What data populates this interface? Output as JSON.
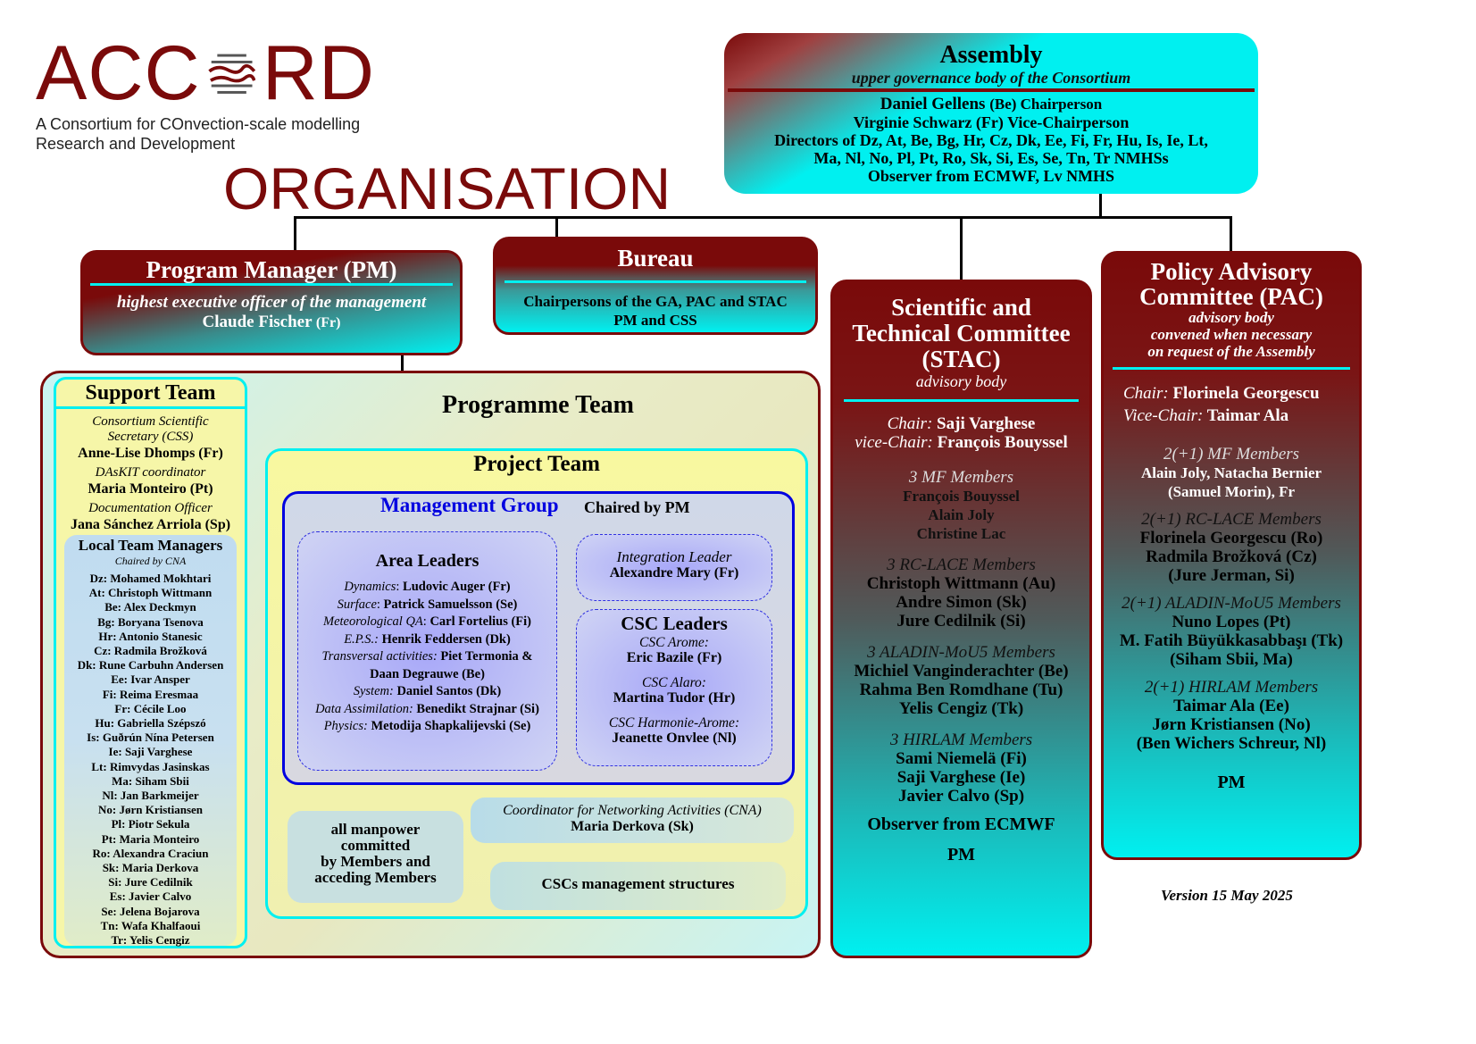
{
  "logo": {
    "text_left": "ACC",
    "text_right": "RD",
    "tagline_1": "A Consortium for COnvection-scale modelling",
    "tagline_2": "Research and Development"
  },
  "title": "ORGANISATION",
  "assembly": {
    "title": "Assembly",
    "subtitle": "upper governance body of the Consortium",
    "chair_name": "Daniel Gellens",
    "chair_role": "(Be) Chairperson",
    "vice": "Virginie Schwarz (Fr) Vice-Chairperson",
    "directors_1": "Directors of  Dz, At, Be, Bg, Hr, Cz, Dk, Ee, Fi, Fr, Hu, Is, Ie, Lt,",
    "directors_2": "Ma, Nl, No, Pl, Pt, Ro, Sk, Si, Es, Se, Tn, Tr  NMHSs",
    "observer": "Observer from ECMWF, Lv NMHS"
  },
  "pm": {
    "title": "Program Manager (PM)",
    "subtitle": "highest executive officer of the management",
    "name": "Claude Fischer",
    "country": "(Fr)"
  },
  "bureau": {
    "title": "Bureau",
    "line1": "Chairpersons of the GA, PAC and STAC",
    "line2": "PM and CSS"
  },
  "stac": {
    "title1": "Scientific and",
    "title2": "Technical Committee",
    "title3": "(STAC)",
    "subtitle": "advisory body",
    "chair_label": "Chair:",
    "chair": "Saji Varghese",
    "vice_label": "vice-Chair:",
    "vice": "François Bouyssel",
    "groups": [
      {
        "label": "3 MF Members",
        "members": [
          "François Bouyssel",
          "Alain Joly",
          "Christine Lac"
        ]
      },
      {
        "label": "3 RC-LACE Members",
        "members": [
          "Christoph Wittmann (Au)",
          "Andre Simon (Sk)",
          "Jure Cedilnik (Si)"
        ]
      },
      {
        "label": "3 ALADIN-MoU5 Members",
        "members": [
          "Michiel Vanginderachter (Be)",
          "Rahma Ben Romdhane (Tu)",
          "Yelis Cengiz (Tk)"
        ]
      },
      {
        "label": "3 HIRLAM Members",
        "members": [
          "Sami Niemelä (Fi)",
          "Saji Varghese (Ie)",
          "Javier Calvo (Sp)"
        ]
      }
    ],
    "observer": "Observer from ECMWF",
    "pm": "PM"
  },
  "pac": {
    "title1": "Policy Advisory",
    "title2": "Committee (PAC)",
    "sub1": "advisory body",
    "sub2": "convened when necessary",
    "sub3": "on request of the Assembly",
    "chair_label": "Chair:",
    "chair": "Florinela Georgescu",
    "vice_label": "Vice-Chair:",
    "vice": "Taimar Ala",
    "groups": [
      {
        "label": "2(+1) MF Members",
        "members": [
          "Alain Joly, Natacha Bernier",
          "(Samuel Morin), Fr"
        ]
      },
      {
        "label": "2(+1) RC-LACE Members",
        "members": [
          "Florinela Georgescu (Ro)",
          "Radmila Brožková (Cz)",
          "(Jure Jerman, Si)"
        ]
      },
      {
        "label": "2(+1) ALADIN-MoU5 Members",
        "members": [
          "Nuno Lopes (Pt)",
          "M. Fatih Büyükkasabbaşı (Tk)",
          "(Siham Sbii, Ma)"
        ]
      },
      {
        "label": "2(+1) HIRLAM Members",
        "members": [
          "Taimar Ala (Ee)",
          "Jørn Kristiansen (No)",
          "(Ben Wichers Schreur, Nl)"
        ]
      }
    ],
    "pm": "PM"
  },
  "version": "Version 15 May 2025",
  "support": {
    "title": "Support Team",
    "css_role": "Consortium Scientific Secretary (CSS)",
    "css_name": "Anne-Lise Dhomps (Fr)",
    "daskit_role": "DAsKIT  coordinator",
    "daskit_name": "Maria Monteiro (Pt)",
    "doc_role": "Documentation Officer",
    "doc_name": "Jana Sánchez Arriola (Sp)",
    "ltm_title": "Local Team Managers",
    "ltm_sub": "Chaired by CNA",
    "ltm": [
      "Dz: Mohamed Mokhtari",
      "At: Christoph Wittmann",
      "Be: Alex Deckmyn",
      "Bg: Boryana Tsenova",
      "Hr: Antonio Stanesic",
      "Cz: Radmila Brožková",
      "Dk: Rune Carbuhn Andersen",
      "Ee: Ivar Ansper",
      "Fi: Reima Eresmaa",
      "Fr: Cécile Loo",
      "Hu: Gabriella Szépszó",
      "Is: Guðrún Nína Petersen",
      "Ie: Saji Varghese",
      "Lt: Rimvydas Jasinskas",
      "Ma: Siham Sbii",
      "Nl: Jan Barkmeijer",
      "No: Jørn Kristiansen",
      "Pl: Piotr Sekula",
      "Pt: Maria Monteiro",
      "Ro: Alexandra Craciun",
      "Sk: Maria Derkova",
      "Si: Jure Cedilnik",
      "Es: Javier Calvo",
      "Se: Jelena Bojarova",
      "Tn: Wafa Khalfaoui",
      "Tr: Yelis Cengiz"
    ]
  },
  "programme": {
    "title": "Programme Team",
    "project_title": "Project Team",
    "mg_title": "Management Group",
    "mg_chair": "Chaired by PM",
    "area_title": "Area Leaders",
    "areas": [
      {
        "role": "Dynamics",
        "sep": ": ",
        "name": "Ludovic Auger (Fr)"
      },
      {
        "role": "Surface",
        "sep": ": ",
        "name": "Patrick Samuelsson (Se)"
      },
      {
        "role": "Meteorological QA",
        "sep": ": ",
        "name": "Carl Fortelius (Fi)"
      },
      {
        "role": "E.P.S.:",
        "sep": " ",
        "name": "Henrik Feddersen (Dk)"
      },
      {
        "role": "Transversal activities:",
        "sep": " ",
        "name": "Piet Termonia &"
      },
      {
        "role": "",
        "sep": "",
        "name": "Daan Degrauwe (Be)"
      },
      {
        "role": "System:",
        "sep": " ",
        "name": "Daniel Santos (Dk)"
      },
      {
        "role": "Data Assimilation:",
        "sep": " ",
        "name": "Benedikt Strajnar (Si)"
      },
      {
        "role": "Physics:",
        "sep": " ",
        "name": "Metodija Shapkalijevski (Se)"
      }
    ],
    "integration_role": "Integration Leader",
    "integration_name": "Alexandre Mary (Fr)",
    "csc_title": "CSC Leaders",
    "csc": [
      {
        "role": "CSC Arome:",
        "name": "Eric Bazile (Fr)"
      },
      {
        "role": "CSC Alaro:",
        "name": "Martina Tudor (Hr)"
      },
      {
        "role": "CSC Harmonie-Arome:",
        "name": "Jeanette Onvlee (Nl)"
      }
    ],
    "manpower": [
      "all manpower",
      "committed",
      "by Members and",
      "acceding Members"
    ],
    "cna_role": "Coordinator for Networking Activities (CNA)",
    "cna_name": "Maria Derkova (Sk)",
    "csc_mgmt": "CSCs management structures"
  },
  "colors": {
    "brand": "#7a0a0a",
    "cyan": "#00f0f0",
    "blue": "#0000e0"
  }
}
